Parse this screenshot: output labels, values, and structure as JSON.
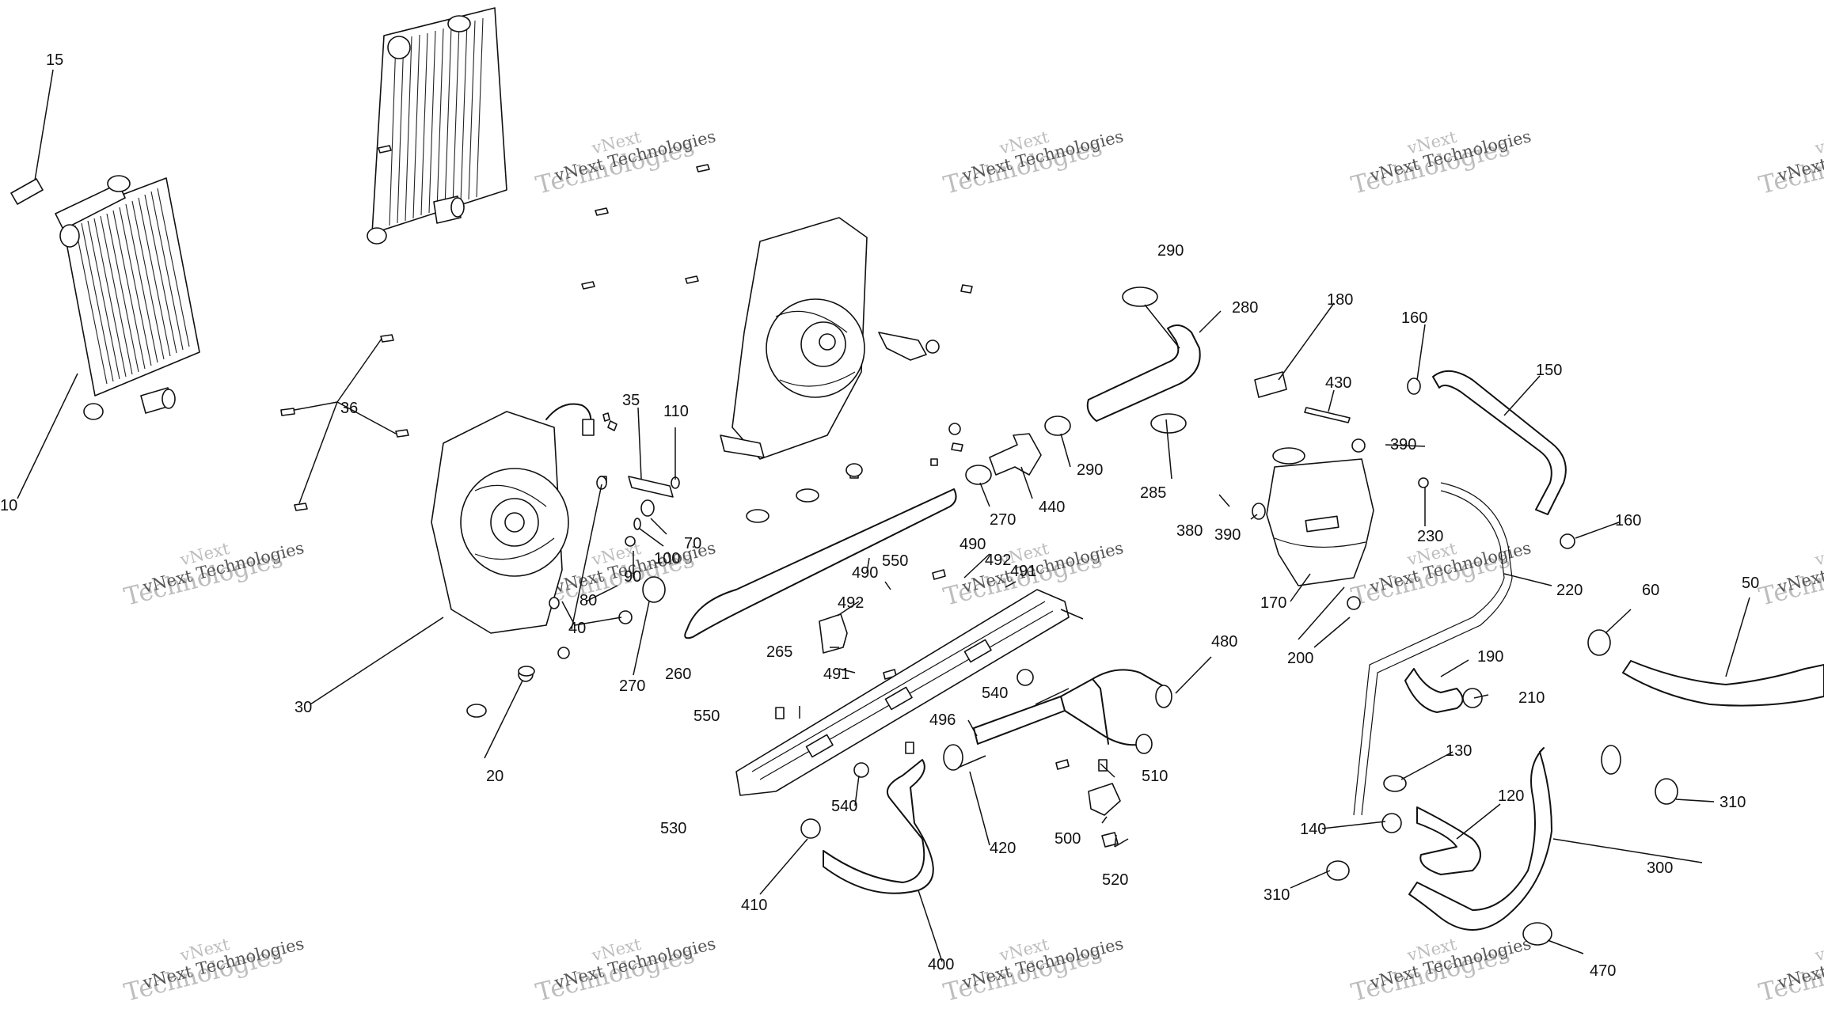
{
  "watermark": {
    "line1": "vNext",
    "line2": "Technologies",
    "small": "vNext Technologies"
  },
  "callouts": [
    "15",
    "10",
    "36",
    "30",
    "40",
    "35",
    "110",
    "70",
    "100",
    "90",
    "80",
    "270",
    "20",
    "260",
    "265",
    "491",
    "492",
    "550",
    "490",
    "530",
    "540",
    "496",
    "400",
    "410",
    "420",
    "440",
    "290",
    "280",
    "285",
    "180",
    "430",
    "380",
    "390",
    "170",
    "200",
    "160",
    "150",
    "230",
    "220",
    "190",
    "210",
    "130",
    "140",
    "120",
    "310",
    "300",
    "470",
    "60",
    "50",
    "480",
    "500",
    "510",
    "520"
  ]
}
